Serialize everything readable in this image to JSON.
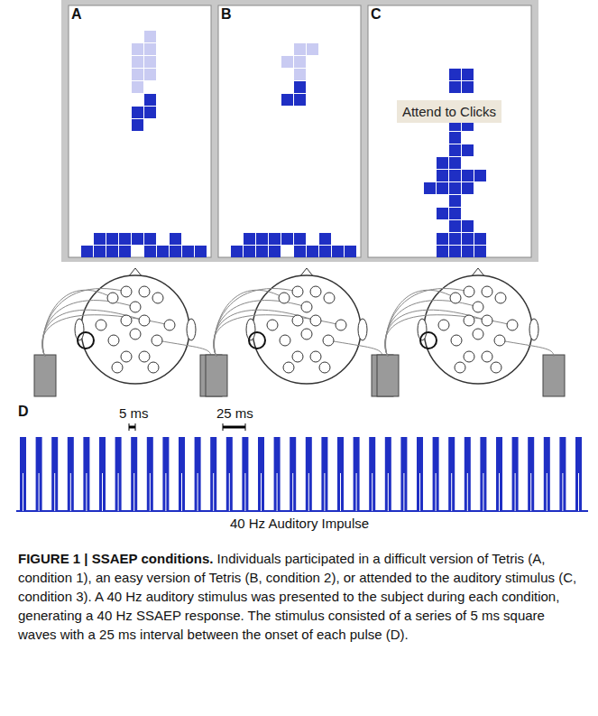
{
  "diagram": {
    "caption": "FIGURE 1 | SSAEP conditions. Individuals participated in a difficult version of Tetris (A, condition 1), an easy version of Tetris (B, condition 2), or attended to the auditory stimulus (C, condition 3). A 40 Hz auditory stimulus was presented to the subject during each condition, generating a 40 Hz SSAEP response. The stimulus consisted of a series of 5 ms square waves with a 25 ms interval between the onset of each pulse (D).",
    "nodes": [
      {
        "text": [
          "Attend to Clicks"
        ]
      }
    ],
    "labels": [
      "A",
      "B",
      "C",
      "D",
      "5 ms",
      "25 ms",
      "40 Hz Auditory Impulse"
    ]
  }
}
